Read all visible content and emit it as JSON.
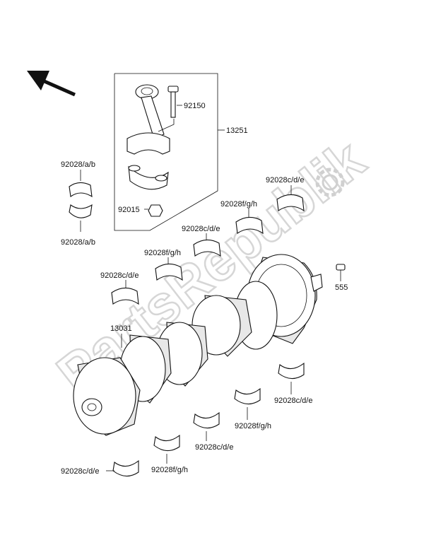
{
  "watermark": "PartsRepublik",
  "parts": {
    "rod_assembly": "13251",
    "rod_bolt": "92150",
    "rod_nut": "92015",
    "crankshaft": "13031",
    "pin": "555",
    "rod_bearing_top": "92028/a/b",
    "rod_bearing_bottom": "92028/a/b",
    "main_bearing_upper_1": "92028c/d/e",
    "main_bearing_upper_2": "92028f/g/h",
    "main_bearing_upper_3": "92028c/d/e",
    "main_bearing_upper_4": "92028f/g/h",
    "main_bearing_upper_5": "92028c/d/e",
    "main_bearing_lower_1": "92028c/d/e",
    "main_bearing_lower_2": "92028f/g/h",
    "main_bearing_lower_3": "92028c/d/e",
    "main_bearing_lower_4": "92028f/g/h",
    "main_bearing_lower_5": "92028c/d/e"
  },
  "icons": {
    "direction": "front-arrow-icon",
    "logo": "gear-logo-icon"
  }
}
